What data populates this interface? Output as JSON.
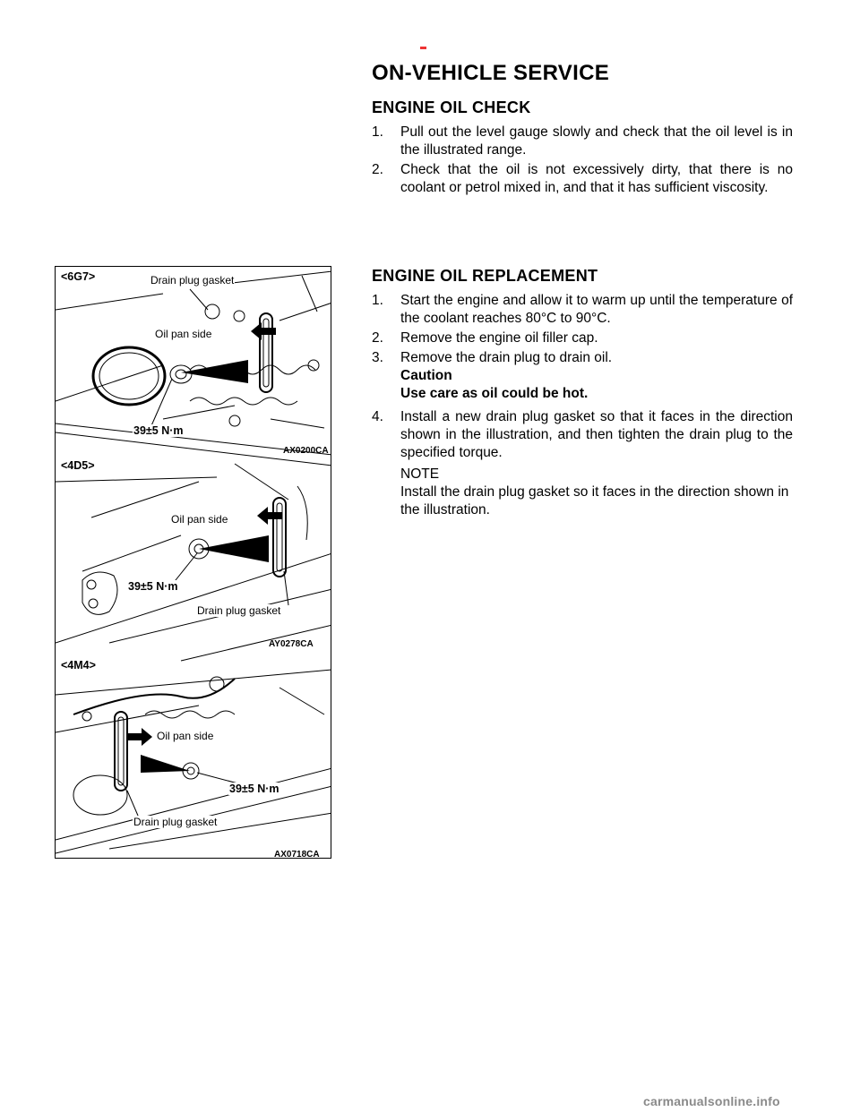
{
  "header": {
    "section_title": "ON-VEHICLE  SERVICE"
  },
  "oil_check": {
    "title": "ENGINE  OIL  CHECK",
    "steps": [
      {
        "num": "1.",
        "text": "Pull out the level gauge slowly and check that the oil level is in the illustrated range."
      },
      {
        "num": "2.",
        "text": "Check that the oil is not excessively dirty, that there is no coolant or petrol mixed in, and that it has sufficient viscosity."
      }
    ]
  },
  "oil_replacement": {
    "title": "ENGINE  OIL  REPLACEMENT",
    "steps": [
      {
        "num": "1.",
        "text": "Start the engine and allow it to warm up until the temperature of the coolant reaches 80°C to 90°C."
      },
      {
        "num": "2.",
        "text": "Remove the engine oil filler cap."
      },
      {
        "num": "3.",
        "text": "Remove the drain plug to drain oil."
      },
      {
        "num": "4.",
        "text": "Install a new drain plug gasket so that it faces in the direction shown in the illustration, and then tighten the drain plug to the specified torque."
      }
    ],
    "caution": {
      "label": "Caution",
      "text": "Use care as oil could be hot."
    },
    "note": {
      "label": "NOTE",
      "text": "Install the drain plug gasket so it faces in the direction shown in the illustration."
    }
  },
  "figure": {
    "panels": [
      {
        "variant": "<6G7>",
        "gasket_label": "Drain plug gasket",
        "side_label": "Oil pan side",
        "torque": "39±5  N·m",
        "code": "AX0200CA"
      },
      {
        "variant": "<4D5>",
        "gasket_label": "Drain plug gasket",
        "side_label": "Oil pan side",
        "torque": "39±5  N·m",
        "code": "AY0278CA"
      },
      {
        "variant": "<4M4>",
        "gasket_label": "Drain plug gasket",
        "side_label": "Oil pan side",
        "torque": "39±5  N·m",
        "code": "AX0718CA"
      }
    ]
  },
  "footer": {
    "watermark": "carmanualsonline.info"
  }
}
